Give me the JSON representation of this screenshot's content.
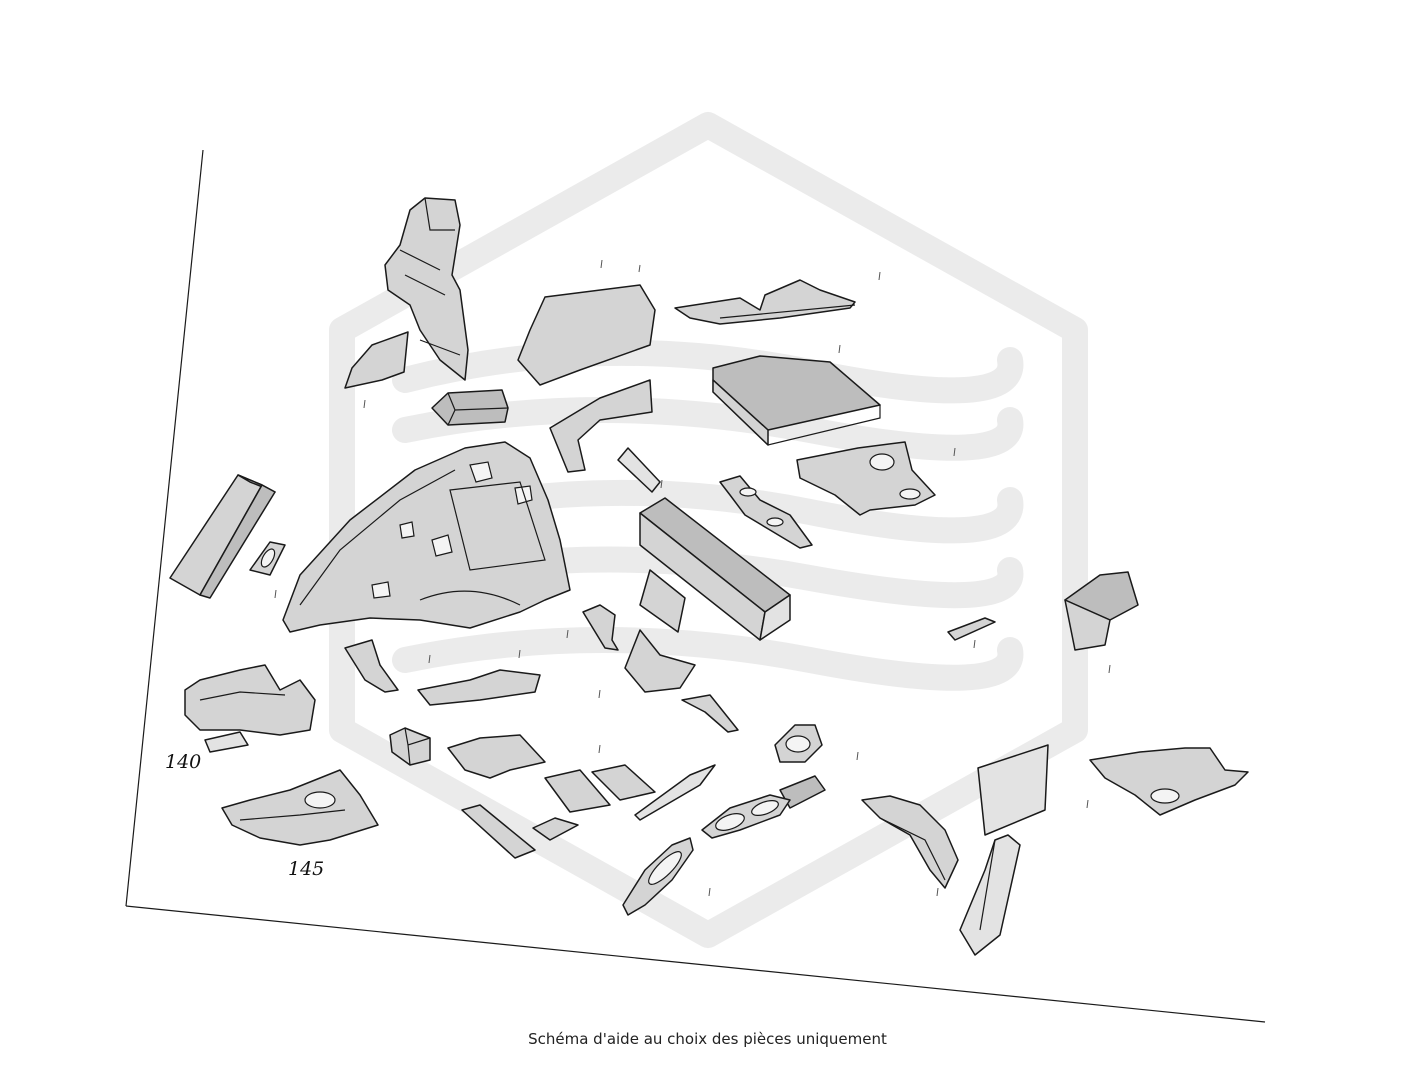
{
  "callouts": [
    {
      "id": "part-140",
      "label": "140"
    },
    {
      "id": "part-145",
      "label": "145"
    }
  ],
  "caption": "Schéma d'aide au choix des pièces uniquement"
}
